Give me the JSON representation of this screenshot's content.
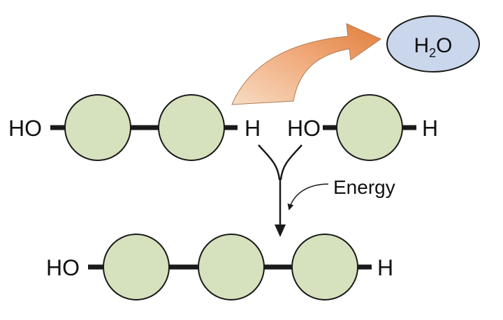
{
  "product": {
    "formula_main": "H",
    "formula_sub": "2",
    "formula_end": "O"
  },
  "top_left_chain": {
    "left_group": "HO",
    "right_group": "H",
    "monomers": 2
  },
  "top_right_monomer": {
    "left_group": "HO",
    "right_group": "H",
    "monomers": 1
  },
  "energy_label": "Energy",
  "bottom_chain": {
    "left_group": "HO",
    "right_group": "H",
    "monomers": 3
  },
  "colors": {
    "monomer_fill": "#d6e2bd",
    "outline": "#1a1a1a",
    "water_fill": "#c9d6eb",
    "arrow_light": "#f7dcc3",
    "arrow_dark": "#e07e3c"
  }
}
